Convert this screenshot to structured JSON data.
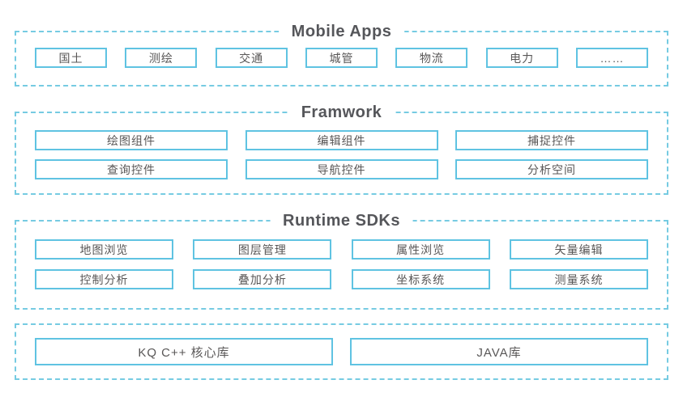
{
  "colors": {
    "background": "#ffffff",
    "dashed_border": "#76cbe2",
    "box_border": "#5fc3e2",
    "title_text": "#55565a",
    "box_text": "#595757"
  },
  "sections": [
    {
      "title": "Mobile Apps",
      "items": [
        "国土",
        "测绘",
        "交通",
        "城管",
        "物流",
        "电力",
        "……"
      ]
    },
    {
      "title": "Framwork",
      "rows": [
        [
          "绘图组件",
          "编辑组件",
          "捕捉控件"
        ],
        [
          "查询控件",
          "导航控件",
          "分析空间"
        ]
      ]
    },
    {
      "title": "Runtime SDKs",
      "rows": [
        [
          "地图浏览",
          "图层管理",
          "属性浏览",
          "矢量编辑"
        ],
        [
          "控制分析",
          "叠加分析",
          "坐标系统",
          "测量系统"
        ]
      ]
    },
    {
      "title": "",
      "items": [
        "KQ C++ 核心库",
        "JAVA库"
      ]
    }
  ]
}
